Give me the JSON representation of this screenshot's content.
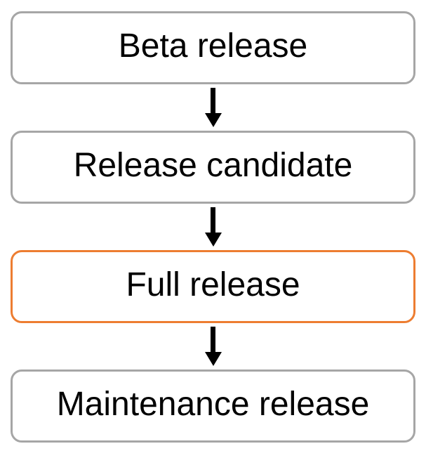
{
  "flowchart": {
    "nodes": [
      {
        "label": "Beta release",
        "highlighted": false
      },
      {
        "label": "Release candidate",
        "highlighted": false
      },
      {
        "label": "Full release",
        "highlighted": true
      },
      {
        "label": "Maintenance release",
        "highlighted": false
      }
    ],
    "colors": {
      "node_border": "#a6a6a6",
      "highlight_border": "#ed7d31",
      "arrow": "#000000",
      "node_text": "#000000",
      "background": "#ffffff"
    }
  }
}
